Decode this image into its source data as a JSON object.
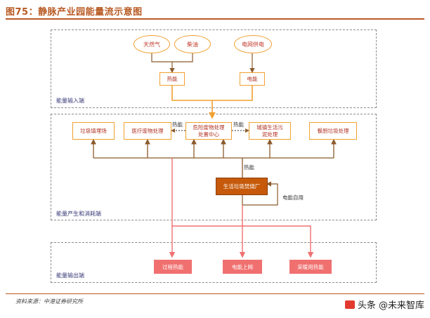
{
  "title": "图75：静脉产业园能量流示意图",
  "regions": {
    "input": "能量输入端",
    "production": "能量产生和消耗端",
    "output": "能量输出端"
  },
  "sources": {
    "natural_gas": "天然气",
    "diesel": "柴油",
    "grid_power": "电网供电",
    "heat": "热能",
    "electricity": "电能"
  },
  "facilities": {
    "landfill": "垃圾填埋场",
    "medical_waste": "医疗废物处理",
    "hazardous_waste": "危险废物处理处置中心",
    "sludge": "城镇生活污泥处理",
    "kitchen_waste": "餐厨垃圾处理",
    "incineration": "生活垃圾焚烧厂"
  },
  "edge_labels": {
    "heat_left": "热能",
    "heat_right": "热能",
    "heat_center": "热能",
    "self_use": "电能自用"
  },
  "outputs": {
    "steam_sale": "过程热能",
    "grid_sale": "电能上网",
    "heating": "采暖用热能"
  },
  "footer": {
    "source": "资料来源：中港证券研究所",
    "watermark": "头条 @未来智库"
  }
}
